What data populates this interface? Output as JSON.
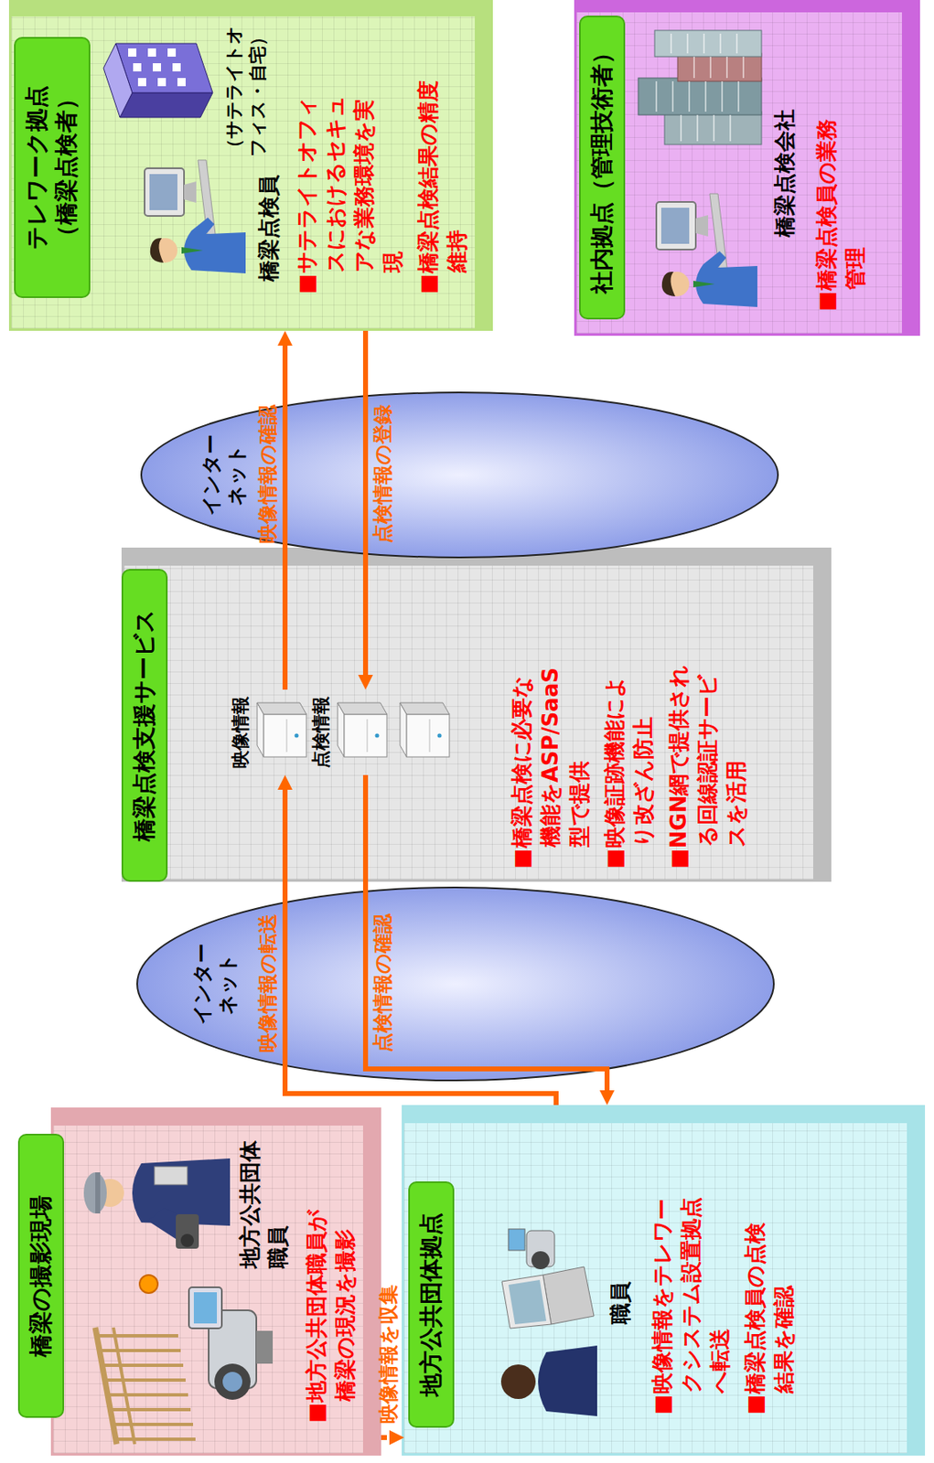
{
  "diagram": {
    "nodes": [
      {
        "text": [
          "橋梁の撮影現場",
          "地方公共団体職員",
          "■地方公共団体職員が橋梁の現況を撮影"
        ]
      },
      {
        "text": [
          "地方公共団体拠点",
          "職員",
          "■映像情報をテレワークシステム設置拠点へ転送",
          "■橋梁点検員の点検結果を確認"
        ]
      },
      {
        "text": [
          "インターネット"
        ]
      },
      {
        "text": [
          "橋梁点検支援サービス",
          "■橋梁点検に必要な機能をASP/SaaS型で提供",
          "■映像証跡機能により改ざん防止",
          "■NGN網で提供される回線認証サービスを活用"
        ]
      },
      {
        "text": [
          "映像情報"
        ],
        "in": 3
      },
      {
        "text": [
          "点検情報"
        ],
        "in": 3
      },
      {
        "text": [
          "インターネット"
        ]
      },
      {
        "text": [
          "テレワーク拠点（橋梁点検者）",
          "（サテライトオフィス・自宅）",
          "橋梁点検員",
          "■サテライトオフィスにおけるセキュアな業務環境を実現",
          "■橋梁点検結果の精度維持"
        ]
      },
      {
        "text": [
          "社内拠点（管理技術者）",
          "橋梁点検会社",
          "■橋梁点検員の業務管理"
        ]
      }
    ],
    "edges": [
      {
        "from": 0,
        "to": 1,
        "label": "映像情報を収集",
        "arrow": "to"
      },
      {
        "from": 1,
        "to": 4,
        "label": "映像情報の転送",
        "arrow": "to"
      },
      {
        "from": 4,
        "to": 7,
        "label": "映像情報の確認",
        "arrow": "to"
      },
      {
        "from": 7,
        "to": 5,
        "label": "点検情報の登録",
        "arrow": "to"
      },
      {
        "from": 5,
        "to": 1,
        "label": "点検情報の確認",
        "arrow": "to"
      }
    ]
  }
}
